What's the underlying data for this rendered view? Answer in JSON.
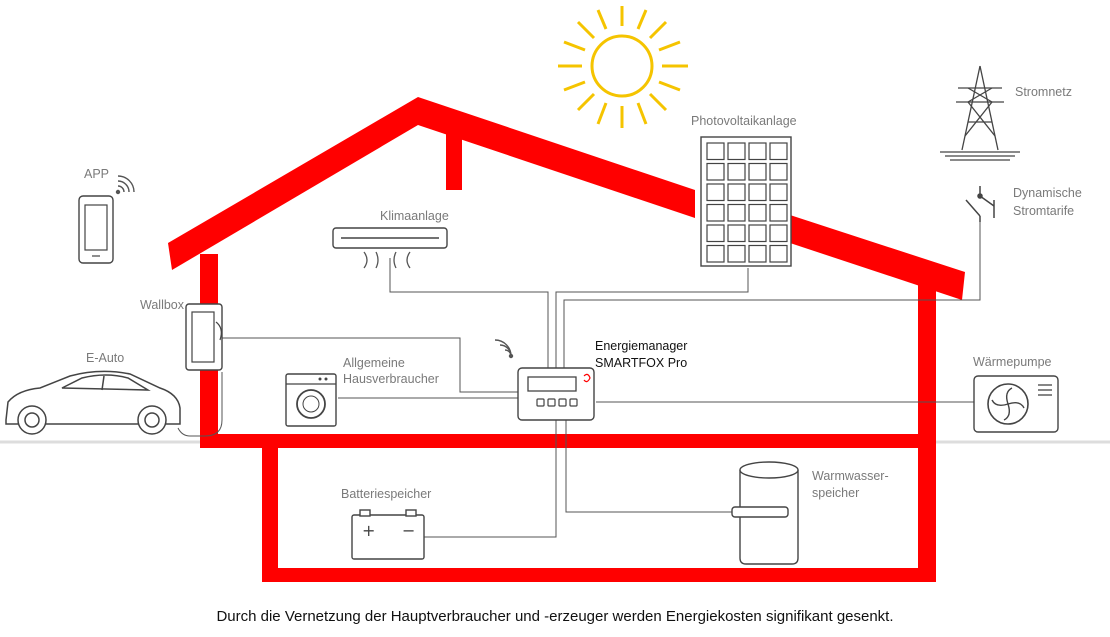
{
  "colors": {
    "house": "#ff0000",
    "sun": "#f5c400",
    "wire": "#555555",
    "device": "#444444",
    "label": "#7a7a7a",
    "text": "#111111"
  },
  "labels": {
    "app": "APP",
    "wallbox": "Wallbox",
    "e_auto": "E-Auto",
    "klimaanlage": "Klimaanlage",
    "photovoltaik": "Photovoltaikanlage",
    "stromnetz": "Stromnetz",
    "tarife_line1": "Dynamische",
    "tarife_line2": "Stromtarife",
    "hausverbraucher_line1": "Allgemeine",
    "hausverbraucher_line2": "Hausverbraucher",
    "manager_line1": "Energiemanager",
    "manager_line2": "SMARTFOX Pro",
    "waermepumpe": "Wärmepumpe",
    "batterie": "Batteriespeicher",
    "warmwasser_line1": "Warmwasser-",
    "warmwasser_line2": "speicher",
    "battery_plus": "+",
    "battery_minus": "−"
  },
  "caption": "Durch die Vernetzung der Hauptverbraucher und -erzeuger werden Energiekosten signifikant gesenkt.",
  "icons": [
    "sun-icon",
    "smartphone-icon",
    "wifi-icon",
    "wallbox-icon",
    "car-icon",
    "air-conditioner-icon",
    "solar-panel-icon",
    "power-tower-icon",
    "switch-icon",
    "washing-machine-icon",
    "energy-manager-icon",
    "heat-pump-icon",
    "battery-icon",
    "water-tank-icon"
  ]
}
